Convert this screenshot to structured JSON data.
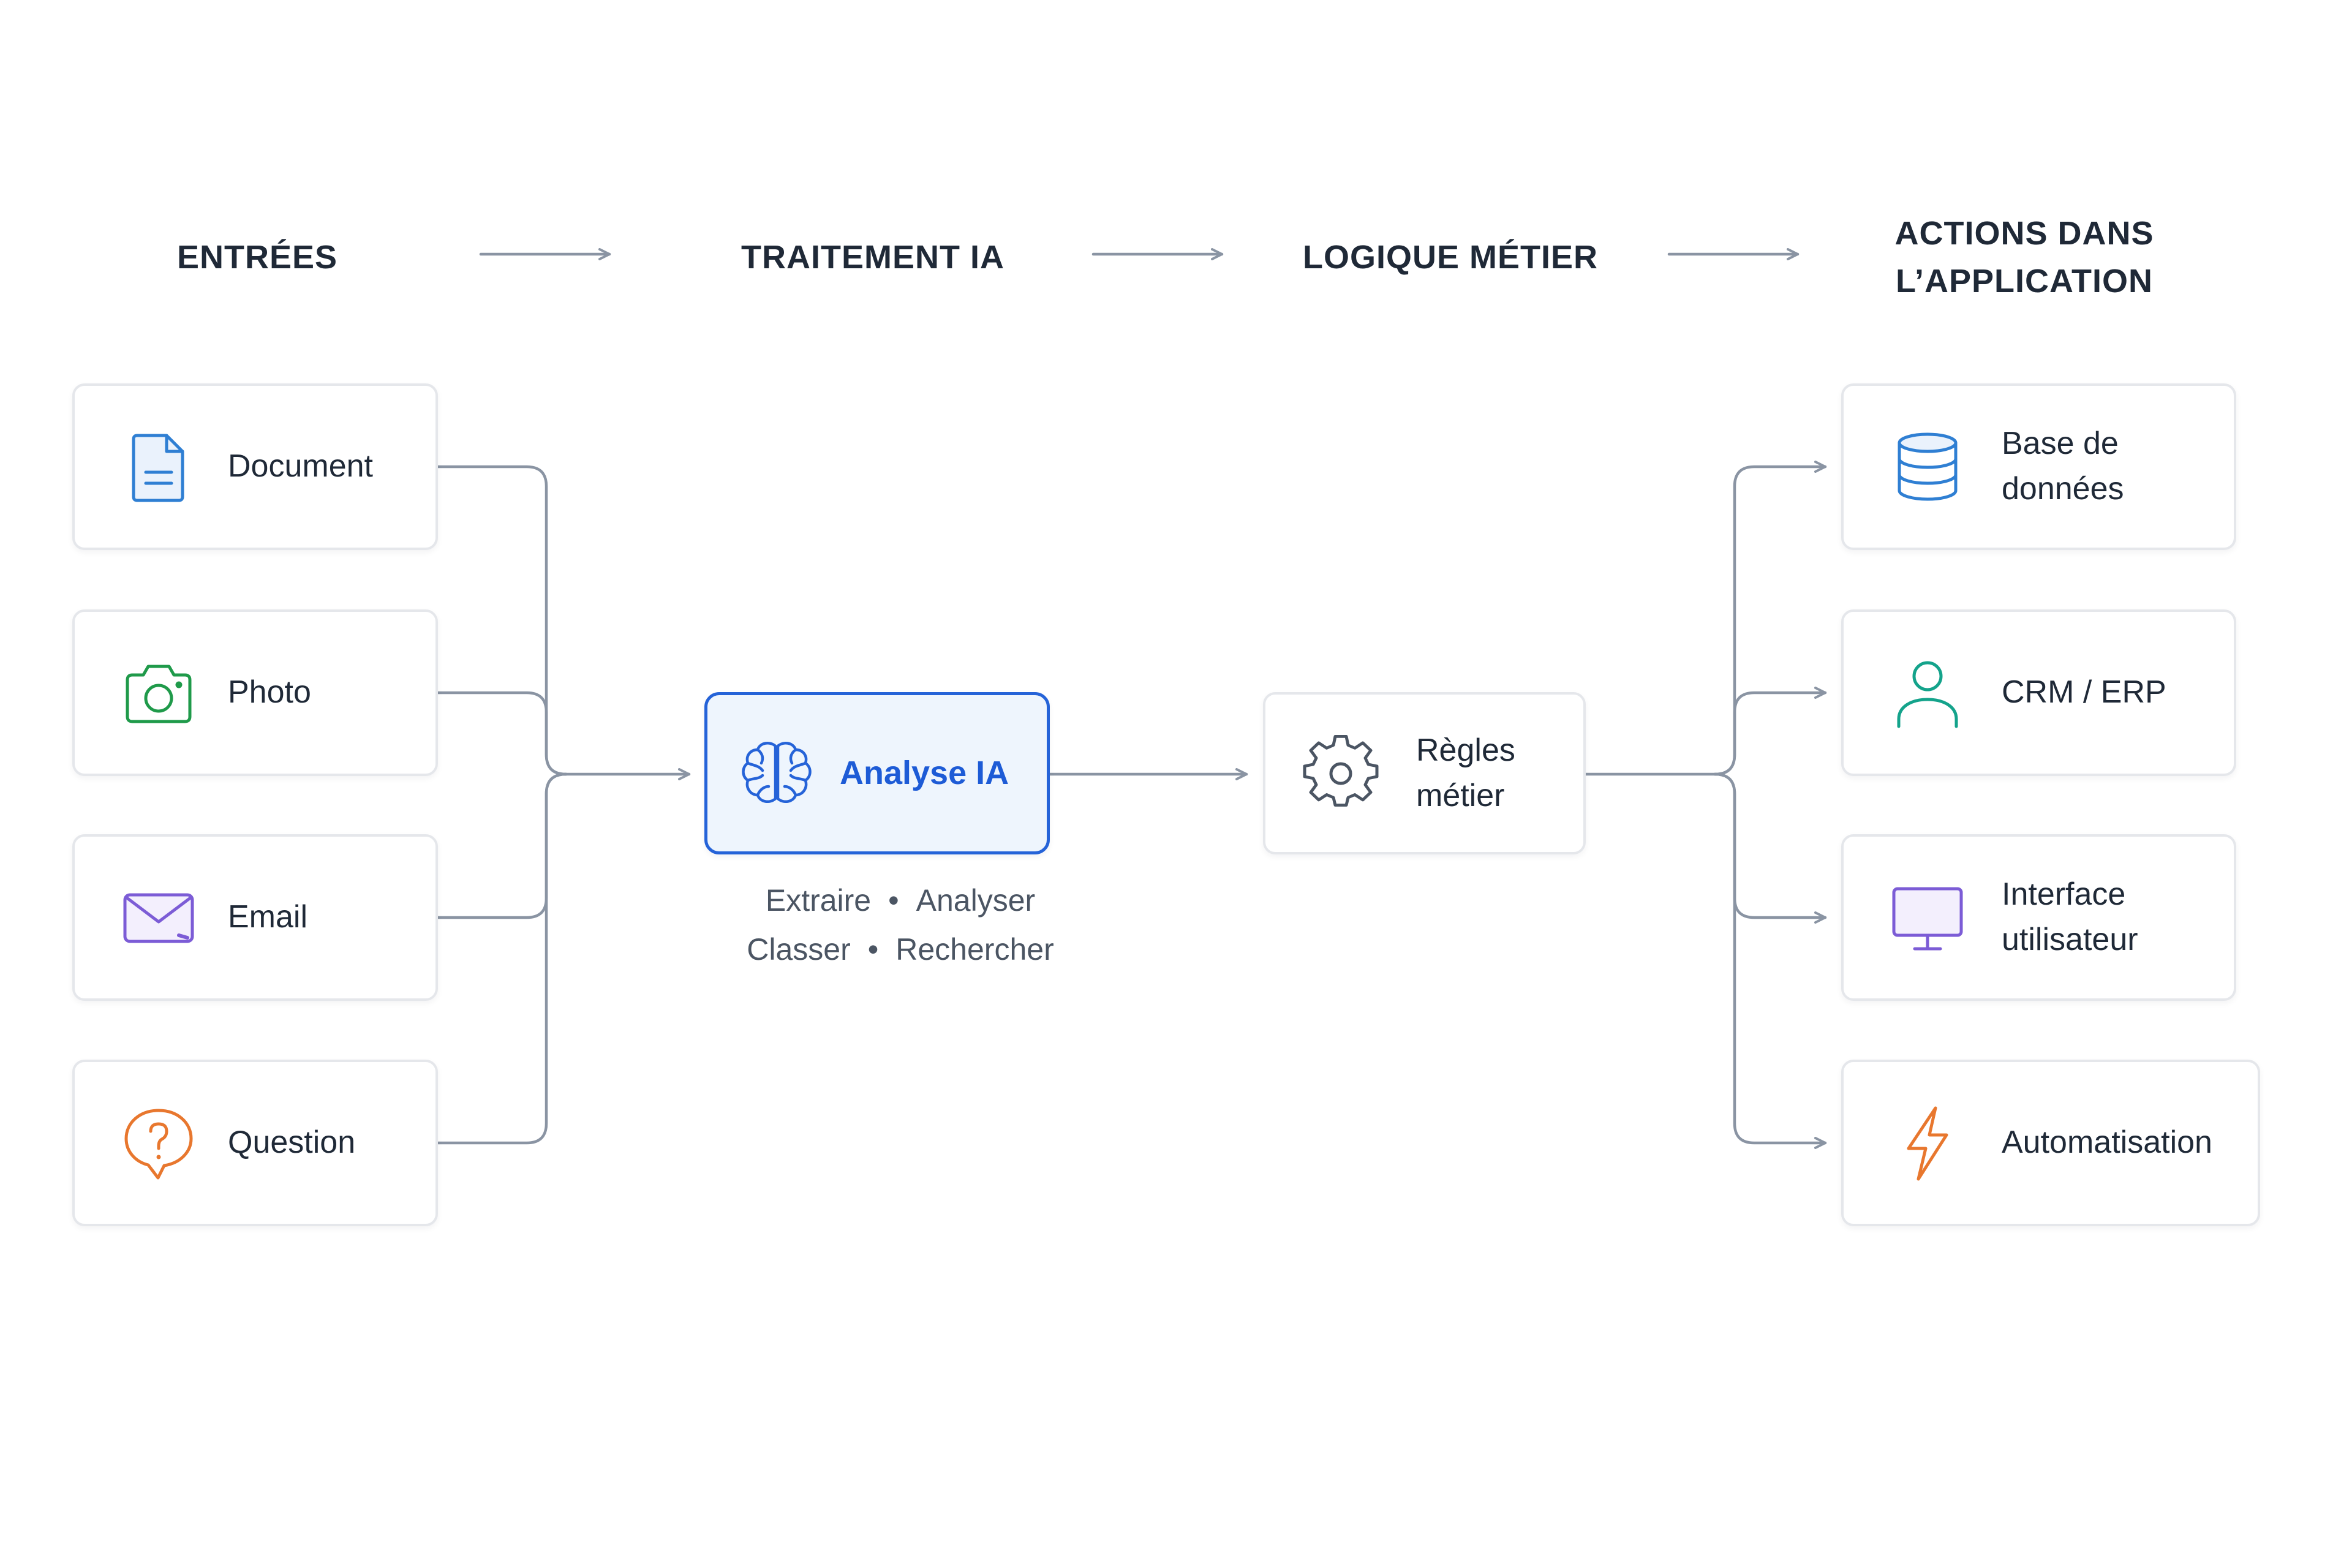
{
  "headers": {
    "inputs": "ENTRÉES",
    "processing": "TRAITEMENT IA",
    "logic": "LOGIQUE MÉTIER",
    "actions": "ACTIONS DANS\nL’APPLICATION"
  },
  "inputs": [
    {
      "label": "Document",
      "icon": "document-icon",
      "color": "#2f7fd3"
    },
    {
      "label": "Photo",
      "icon": "camera-icon",
      "color": "#1f9a4a"
    },
    {
      "label": "Email",
      "icon": "envelope-icon",
      "color": "#7c5cd6"
    },
    {
      "label": "Question",
      "icon": "question-bubble-icon",
      "color": "#e8772e"
    }
  ],
  "ai_node": {
    "label": "Analyse IA",
    "icon": "brain-icon",
    "color": "#2563d8",
    "tasks": [
      "Extraire",
      "Analyser",
      "Classer",
      "Rechercher"
    ],
    "separator": "•"
  },
  "logic_node": {
    "label": "Règles\nmétier",
    "icon": "gear-icon",
    "color": "#4b5563"
  },
  "outputs": [
    {
      "label": "Base de\ndonnées",
      "icon": "database-icon",
      "color": "#2f7fd3"
    },
    {
      "label": "CRM / ERP",
      "icon": "user-icon",
      "color": "#14a38b"
    },
    {
      "label": "Interface\nutilisateur",
      "icon": "monitor-icon",
      "color": "#7c5cd6"
    },
    {
      "label": "Automatisation",
      "icon": "lightning-icon",
      "color": "#e8772e"
    }
  ],
  "connector_color": "#8a94a3"
}
